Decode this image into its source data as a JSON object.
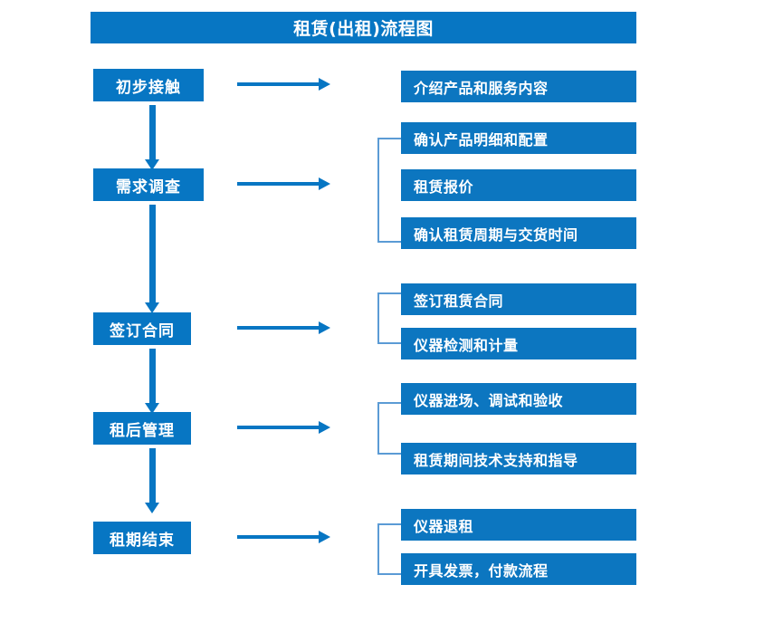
{
  "diagram": {
    "title": "租赁(出租)流程图",
    "colors": {
      "primary_blue": "#0776C3",
      "detail_blue": "#0C76C0",
      "bracket_blue": "#5B9BD5",
      "text": "#FFFFFF",
      "background": "#FFFFFF"
    },
    "stages": [
      {
        "id": "stage-1",
        "label": "初步接触"
      },
      {
        "id": "stage-2",
        "label": "需求调查"
      },
      {
        "id": "stage-3",
        "label": "签订合同"
      },
      {
        "id": "stage-4",
        "label": "租后管理"
      },
      {
        "id": "stage-5",
        "label": "租期结束"
      }
    ],
    "groups": [
      {
        "stage": "初步接触",
        "bracket": false,
        "details": [
          {
            "label": "介绍产品和服务内容"
          }
        ]
      },
      {
        "stage": "需求调查",
        "bracket": true,
        "details": [
          {
            "label": "确认产品明细和配置"
          },
          {
            "label": "租赁报价"
          },
          {
            "label": "确认租赁周期与交货时间"
          }
        ]
      },
      {
        "stage": "签订合同",
        "bracket": true,
        "details": [
          {
            "label": "签订租赁合同"
          },
          {
            "label": "仪器检测和计量"
          }
        ]
      },
      {
        "stage": "租后管理",
        "bracket": true,
        "details": [
          {
            "label": "仪器进场、调试和验收"
          },
          {
            "label": "租赁期间技术支持和指导"
          }
        ]
      },
      {
        "stage": "租期结束",
        "bracket": true,
        "details": [
          {
            "label": "仪器退租"
          },
          {
            "label": "开具发票，付款流程"
          }
        ]
      }
    ],
    "connectors": {
      "horizontal_arrow_icon": "arrow-right-icon",
      "vertical_arrow_icon": "arrow-down-icon",
      "bracket_icon": "group-bracket-icon"
    }
  }
}
